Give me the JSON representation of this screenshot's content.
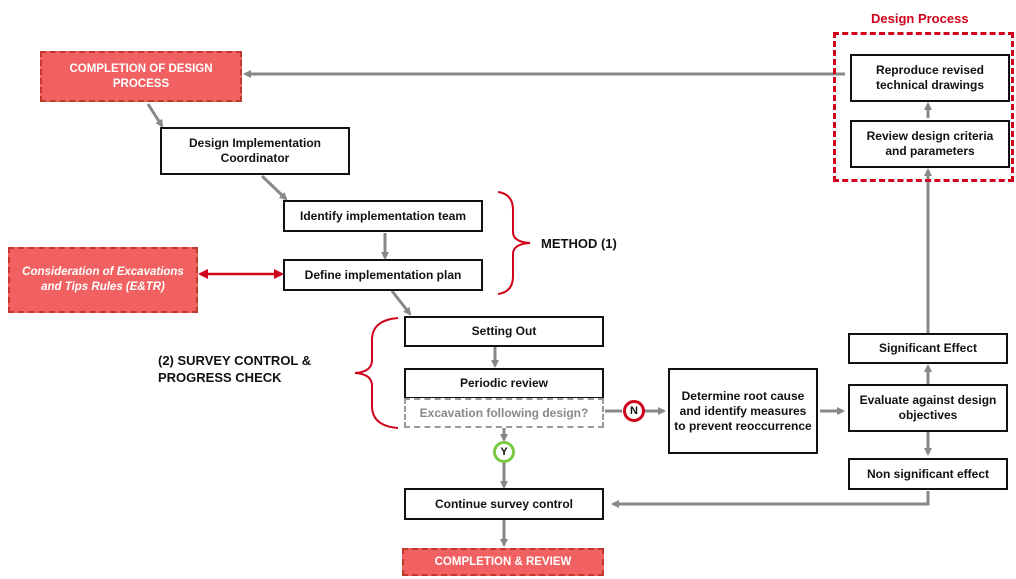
{
  "design_process": {
    "title": "Design Process",
    "reproduce": "Reproduce revised technical drawings",
    "review": "Review design criteria and parameters"
  },
  "completion_design": "COMPLETION OF DESIGN PROCESS",
  "coordinator": "Design Implementation Coordinator",
  "identify_team": "Identify implementation team",
  "define_plan": "Define implementation plan",
  "method_label": "METHOD (1)",
  "etr": "Consideration of Excavations and Tips Rules (E&TR)",
  "survey_label": "(2) SURVEY CONTROL & PROGRESS CHECK",
  "setting_out": "Setting Out",
  "periodic_review": "Periodic review",
  "excavation_check": "Excavation following design?",
  "yes_label": "Y",
  "no_label": "N",
  "root_cause": "Determine root cause and identify measures to prevent reoccurrence",
  "evaluate": "Evaluate against design objectives",
  "significant": "Significant Effect",
  "non_significant": "Non significant effect",
  "continue_survey": "Continue survey control",
  "completion_review": "COMPLETION & REVIEW",
  "colors": {
    "accent_red": "#d0021b",
    "fill_red": "#f26161",
    "arrow": "#888888",
    "yes": "#7ac943",
    "no": "#d0021b"
  }
}
